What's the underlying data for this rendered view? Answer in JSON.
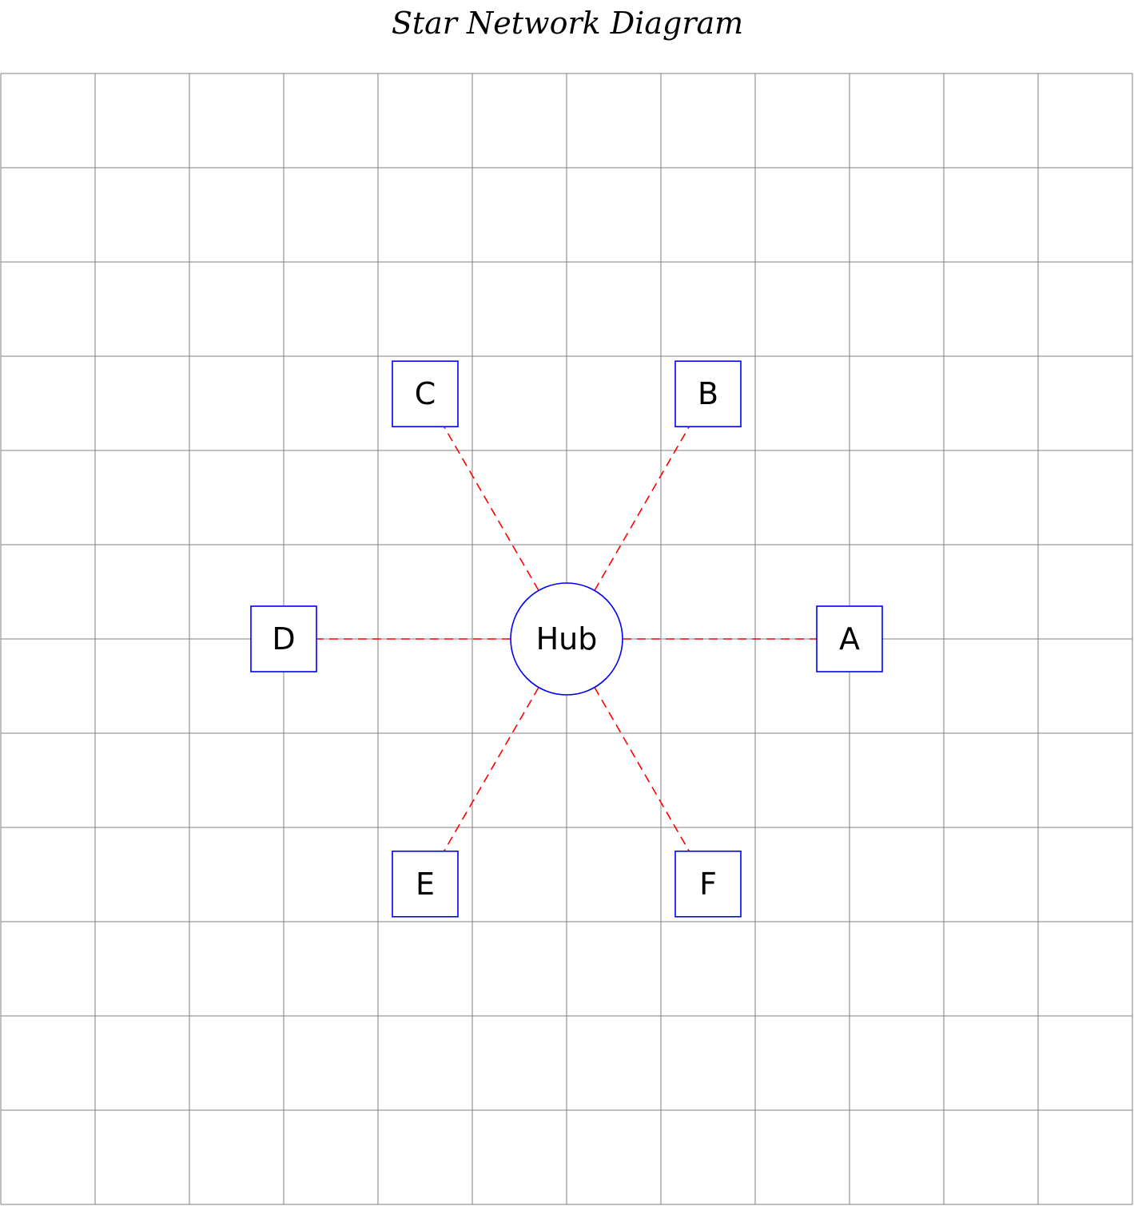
{
  "title": "Star Network Diagram",
  "colors": {
    "grid": "#808080",
    "edge": "#ff0000",
    "node_border": "#0000ff",
    "text": "#000000"
  },
  "grid": {
    "columns": 12,
    "rows": 12
  },
  "hub": {
    "id": "hub",
    "label": "Hub",
    "shape": "circle",
    "position": [
      0,
      0
    ]
  },
  "nodes": [
    {
      "id": "a",
      "label": "A",
      "shape": "square",
      "position": [
        3,
        0
      ]
    },
    {
      "id": "b",
      "label": "B",
      "shape": "square",
      "position": [
        1.5,
        2.6
      ]
    },
    {
      "id": "c",
      "label": "C",
      "shape": "square",
      "position": [
        -1.5,
        2.6
      ]
    },
    {
      "id": "d",
      "label": "D",
      "shape": "square",
      "position": [
        -3,
        0
      ]
    },
    {
      "id": "e",
      "label": "E",
      "shape": "square",
      "position": [
        -1.5,
        -2.6
      ]
    },
    {
      "id": "f",
      "label": "F",
      "shape": "square",
      "position": [
        1.5,
        -2.6
      ]
    }
  ],
  "edges": [
    {
      "from": "hub",
      "to": "a",
      "style": "dashed"
    },
    {
      "from": "hub",
      "to": "b",
      "style": "dashed"
    },
    {
      "from": "hub",
      "to": "c",
      "style": "dashed"
    },
    {
      "from": "hub",
      "to": "d",
      "style": "dashed"
    },
    {
      "from": "hub",
      "to": "e",
      "style": "dashed"
    },
    {
      "from": "hub",
      "to": "f",
      "style": "dashed"
    }
  ]
}
